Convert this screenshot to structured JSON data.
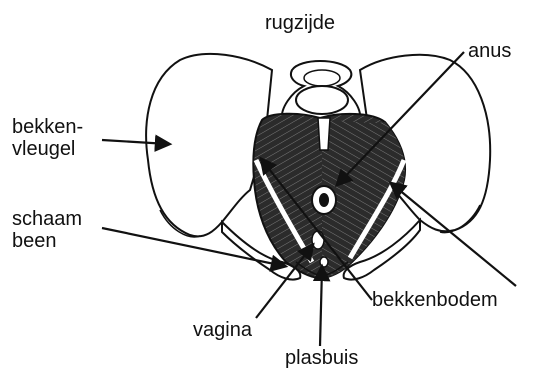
{
  "diagram": {
    "labels": {
      "rugzijde": "rugzijde",
      "anus": "anus",
      "bekkenvleugel_line1": "bekken-",
      "bekkenvleugel_line2": "vleugel",
      "schaambeen_line1": "schaam",
      "schaambeen_line2": "been",
      "bekkenbodem": "bekkenbodem",
      "vagina": "vagina",
      "plasbuis": "plasbuis"
    },
    "colors": {
      "ink": "#111111",
      "bone": "#ffffff",
      "muscle_dark": "#2a2a2a",
      "muscle_mid": "#5a5a5a",
      "background": "#ffffff"
    }
  }
}
